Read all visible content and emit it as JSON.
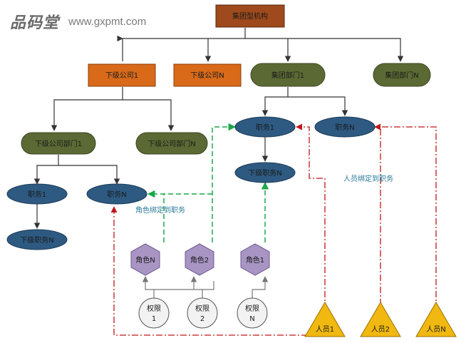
{
  "watermark": {
    "logo_text": "品码堂",
    "url": "www.gxpmt.com"
  },
  "colors": {
    "org": "#9e4a1c",
    "subsidiary": "#d86a1a",
    "department": "#5b6a34",
    "position": "#2e5a82",
    "role": "#a895c4",
    "permission": "#f2f2f2",
    "person": "#f0b810",
    "green_link": "#1aa84a",
    "red_link": "#c01818",
    "line": "#333333"
  },
  "nodes": {
    "root": "集团型机构",
    "sub1": "下级公司1",
    "subN": "下级公司N",
    "dept1": "集团部门1",
    "deptN": "集团部门N",
    "subdept1": "下级公司部门1",
    "subdeptN": "下级公司部门N",
    "pos_l1": "职务1",
    "pos_lN": "职务N",
    "pos_l_sub": "下级职务N",
    "pos_r1": "职务1",
    "pos_rN": "职务N",
    "pos_r_sub": "下级职务N",
    "roleN": "角色N",
    "role2": "角色2",
    "role1": "角色1",
    "perm1": [
      "权限",
      "1"
    ],
    "perm2": [
      "权限",
      "2"
    ],
    "permN": [
      "权限",
      "N"
    ],
    "person1": "人员1",
    "person2": "人员2",
    "personN": "人员N"
  },
  "annotations": {
    "role_binding": "角色绑定到职务",
    "person_binding": "人员绑定到职务"
  }
}
